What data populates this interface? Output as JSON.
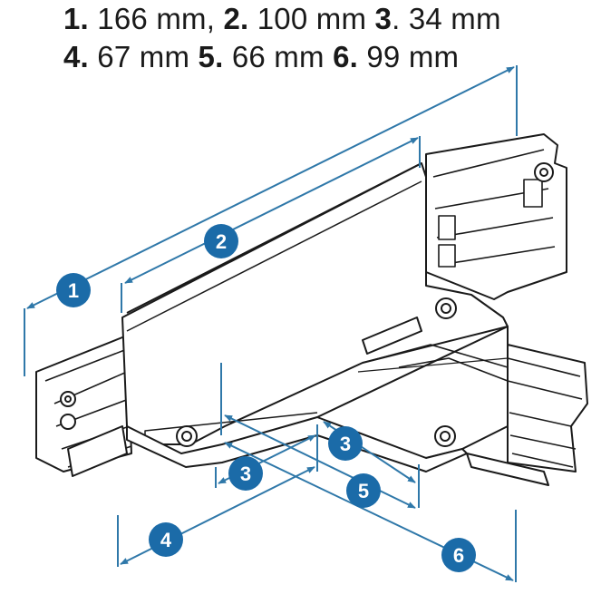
{
  "dimensions": [
    {
      "num": "1.",
      "value": "166 mm,"
    },
    {
      "num": "2.",
      "value": "100 mm"
    },
    {
      "num": "3",
      "value": ". 34 mm"
    },
    {
      "num": "4.",
      "value": "67 mm"
    },
    {
      "num": "5.",
      "value": "66 mm"
    },
    {
      "num": "6.",
      "value": "99 mm"
    }
  ],
  "callouts": [
    "1",
    "2",
    "3",
    "3",
    "4",
    "5",
    "6"
  ],
  "colors": {
    "dimension_line": "#2f78a9",
    "badge": "#1b6ba8",
    "outline": "#1a1a1a"
  }
}
